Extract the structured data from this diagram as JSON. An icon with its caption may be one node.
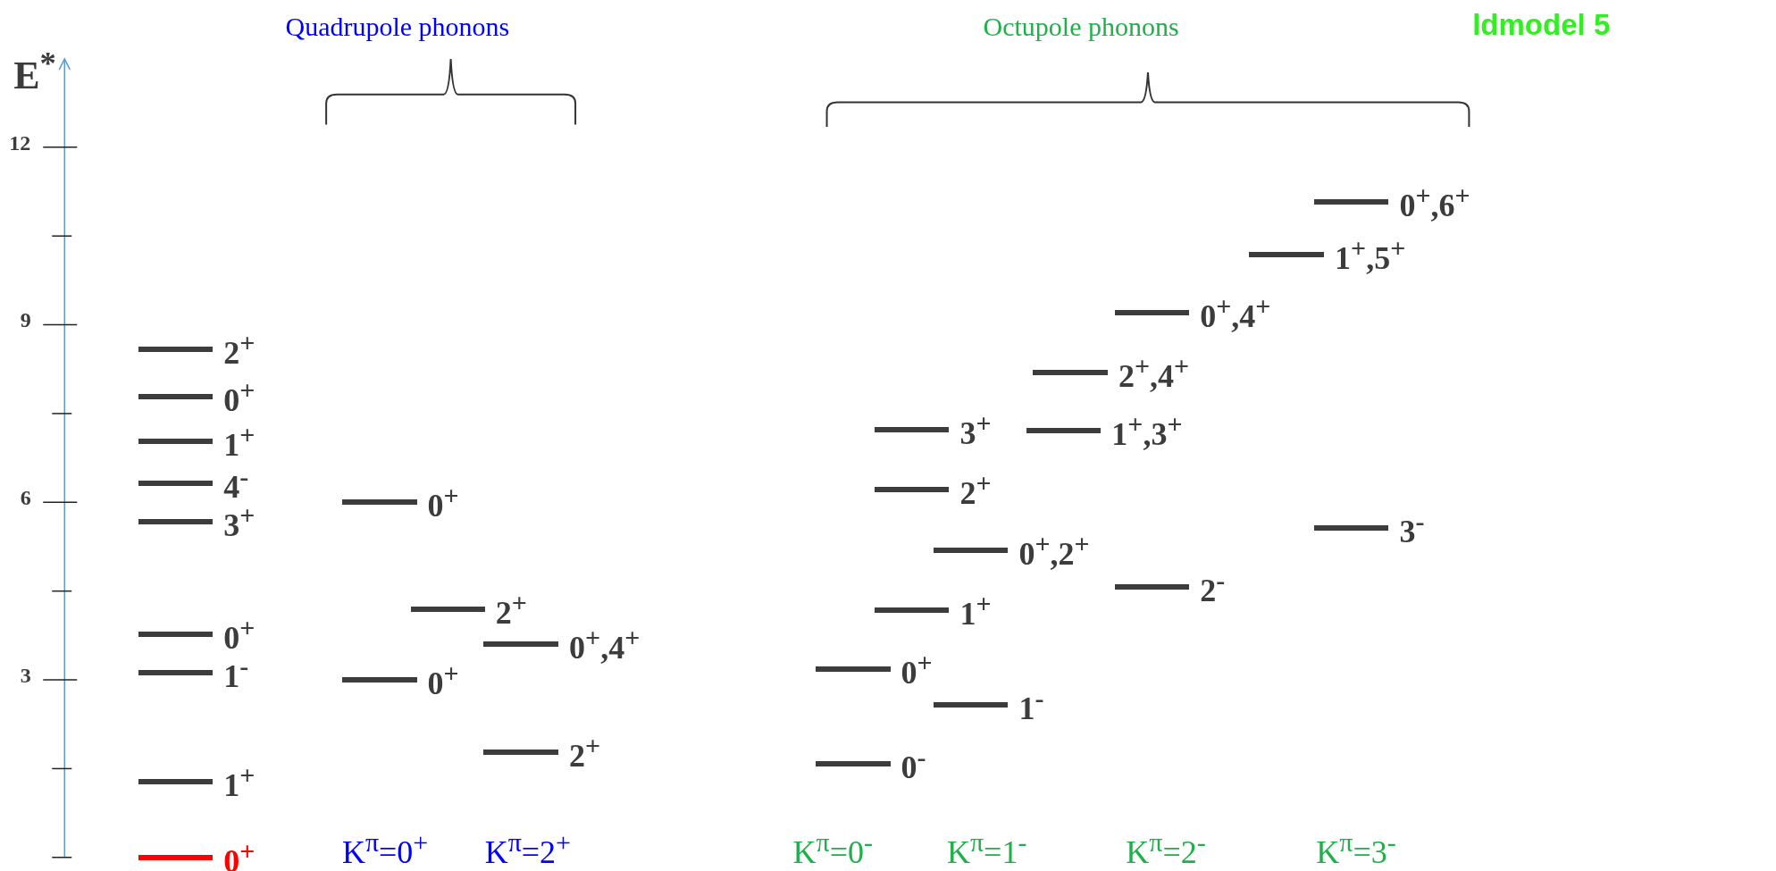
{
  "diagram": {
    "nodes": [
      {
        "text": [],
        "shape": "bar",
        "beside": [
          "2$^{+}$"
        ]
      },
      {
        "text": [],
        "shape": "bar",
        "beside": [
          "0$^{+}$"
        ]
      },
      {
        "text": [],
        "shape": "bar",
        "beside": [
          "1$^{+}$"
        ]
      },
      {
        "text": [],
        "shape": "bar",
        "beside": [
          "4$^{-}$"
        ]
      },
      {
        "text": [],
        "shape": "bar",
        "beside": [
          "3$^{+}$"
        ]
      },
      {
        "text": [],
        "shape": "bar",
        "beside": [
          "0$^{+}$"
        ]
      },
      {
        "text": [],
        "shape": "bar",
        "beside": [
          "1$^{-}$"
        ]
      },
      {
        "text": [],
        "shape": "bar",
        "beside": [
          "1$^{+}$"
        ]
      },
      {
        "text": [],
        "shape": "bar",
        "beside": [
          "0$^{+}$"
        ]
      },
      {
        "text": [],
        "shape": "bar",
        "beside": [
          "0$^{+}$"
        ]
      },
      {
        "text": [],
        "shape": "bar",
        "beside": [
          "0$^{+}$"
        ]
      },
      {
        "text": [],
        "shape": "bar",
        "beside": [
          "2$^{+}$"
        ]
      },
      {
        "text": [],
        "shape": "bar",
        "beside": [
          "0$^{+}$,4$^{+}$"
        ]
      },
      {
        "text": [],
        "shape": "bar",
        "beside": [
          "2$^{+}$"
        ]
      },
      {
        "text": [],
        "shape": "bar",
        "beside": [
          "3$^{+}$"
        ]
      },
      {
        "text": [],
        "shape": "bar",
        "beside": [
          "2$^{+}$"
        ]
      },
      {
        "text": [],
        "shape": "bar",
        "beside": [
          "1$^{+}$"
        ]
      },
      {
        "text": [],
        "shape": "bar",
        "beside": [
          "0$^{+}$"
        ]
      },
      {
        "text": [],
        "shape": "bar",
        "beside": [
          "0$^{-}$"
        ]
      },
      {
        "text": [],
        "shape": "bar",
        "beside": [
          "0$^{+}$,2$^{+}$"
        ]
      },
      {
        "text": [],
        "shape": "bar",
        "beside": [
          "1$^{-}$"
        ]
      },
      {
        "text": [],
        "shape": "bar",
        "beside": [
          "1$^{+}$,3$^{+}$"
        ]
      },
      {
        "text": [],
        "shape": "bar",
        "beside": [
          "2$^{+}$,4$^{+}$"
        ]
      },
      {
        "text": [],
        "shape": "bar",
        "beside": [
          "0$^{+}$,4$^{+}$"
        ]
      },
      {
        "text": [],
        "shape": "bar",
        "beside": [
          "2$^{-}$"
        ]
      },
      {
        "text": [],
        "shape": "bar",
        "beside": [
          "1$^{+}$,5$^{+}$"
        ]
      },
      {
        "text": [],
        "shape": "bar",
        "beside": [
          "0$^{+}$,6$^{+}$"
        ]
      },
      {
        "text": [],
        "shape": "bar",
        "beside": [
          "3$^{-}$"
        ]
      }
    ],
    "labels": [
      "E$^{*}$",
      "Quadrupole phonons",
      "Octupole phonons",
      "ldmodel 5",
      "12",
      "9",
      "6",
      "3",
      "K$^{π}$=0$^{+}$",
      "K$^{π}$=2$^{+}$",
      "K$^{π}$=0$^{-}$",
      "K$^{π}$=1$^{-}$",
      "K$^{π}$=2$^{-}$",
      "K$^{π}$=3$^{-}$"
    ]
  }
}
